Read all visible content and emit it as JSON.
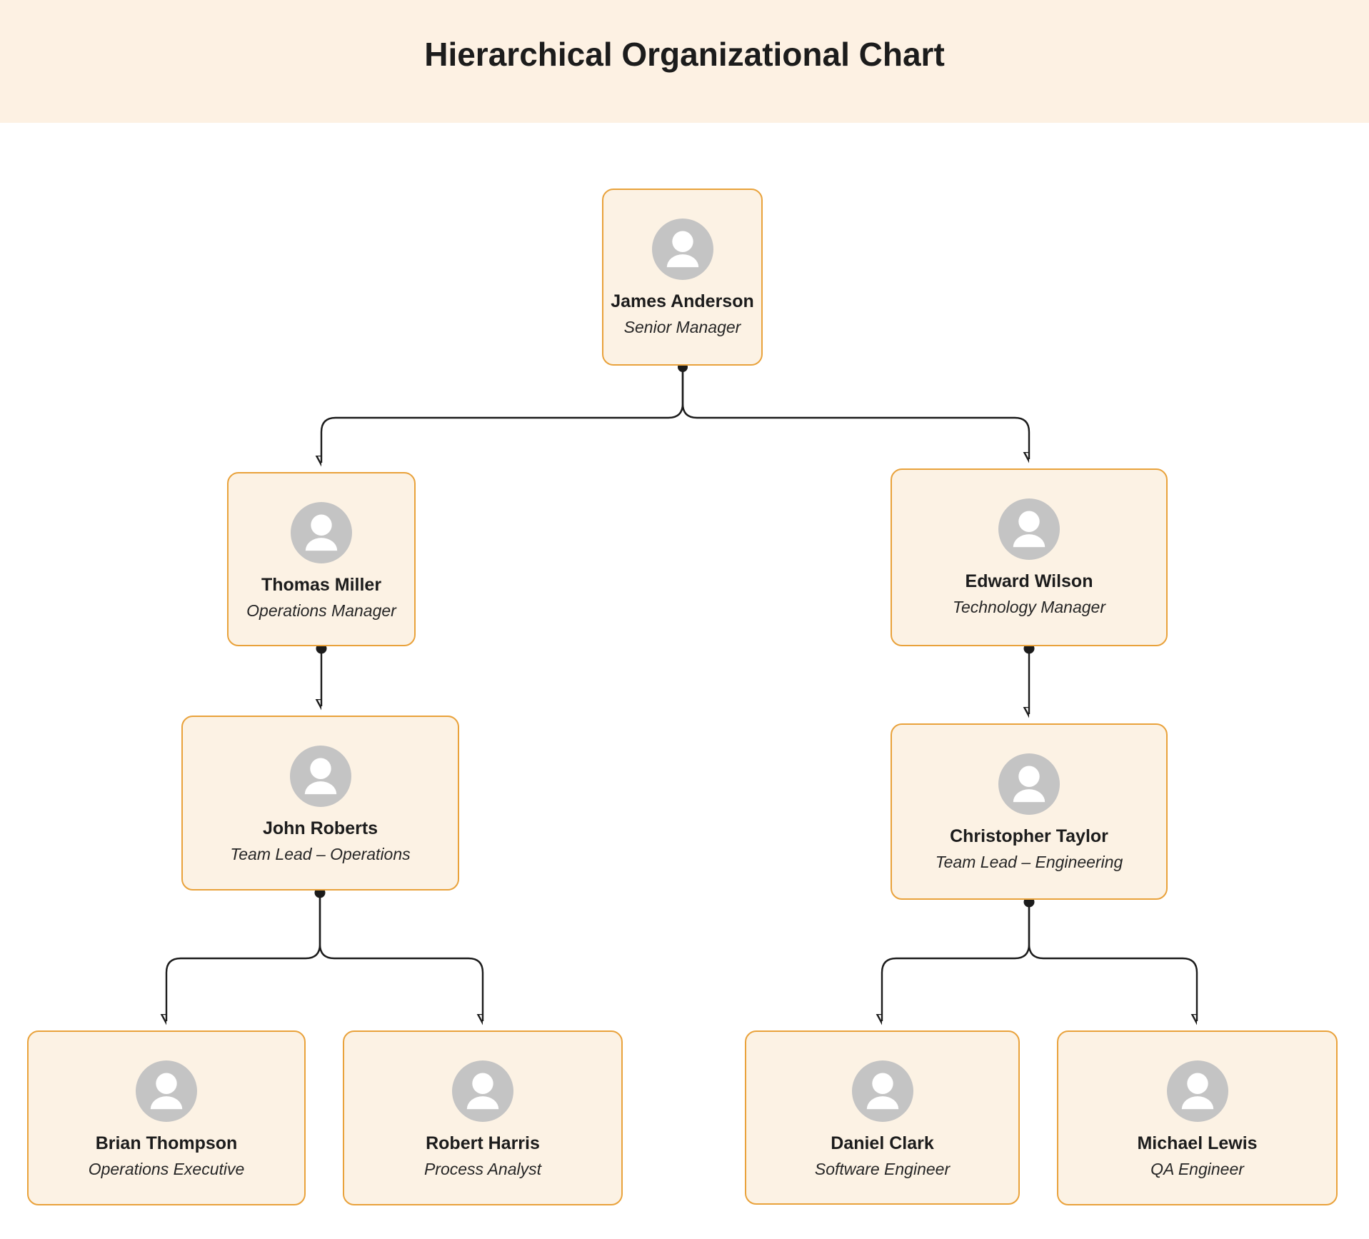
{
  "page": {
    "title": "Hierarchical Organizational Chart"
  },
  "colors": {
    "header_bg": "#FDF1E3",
    "node_fill": "#FCF2E4",
    "node_border": "#E9A23B",
    "connector": "#1B1B1B",
    "avatar_bg": "#C4C4C4",
    "avatar_glyph": "#FFFFFF",
    "title_text": "#1C1C1C",
    "name_text": "#1C1C1C",
    "role_text": "#262626",
    "page_bg": "#FFFFFF"
  },
  "icons": {
    "avatar": "person-icon"
  },
  "nodes": [
    {
      "id": "james-anderson",
      "name": "James Anderson",
      "role": "Senior Manager"
    },
    {
      "id": "thomas-miller",
      "name": "Thomas Miller",
      "role": "Operations Manager"
    },
    {
      "id": "edward-wilson",
      "name": "Edward Wilson",
      "role": "Technology Manager"
    },
    {
      "id": "john-roberts",
      "name": "John Roberts",
      "role": "Team Lead – Operations"
    },
    {
      "id": "christopher-taylor",
      "name": "Christopher Taylor",
      "role": "Team Lead – Engineering"
    },
    {
      "id": "brian-thompson",
      "name": "Brian Thompson",
      "role": "Operations Executive"
    },
    {
      "id": "robert-harris",
      "name": "Robert Harris",
      "role": "Process Analyst"
    },
    {
      "id": "daniel-clark",
      "name": "Daniel Clark",
      "role": "Software Engineer"
    },
    {
      "id": "michael-lewis",
      "name": "Michael Lewis",
      "role": "QA Engineer"
    }
  ],
  "edges": [
    {
      "from": "james-anderson",
      "to": "thomas-miller"
    },
    {
      "from": "james-anderson",
      "to": "edward-wilson"
    },
    {
      "from": "thomas-miller",
      "to": "john-roberts"
    },
    {
      "from": "edward-wilson",
      "to": "christopher-taylor"
    },
    {
      "from": "john-roberts",
      "to": "brian-thompson"
    },
    {
      "from": "john-roberts",
      "to": "robert-harris"
    },
    {
      "from": "christopher-taylor",
      "to": "daniel-clark"
    },
    {
      "from": "christopher-taylor",
      "to": "michael-lewis"
    }
  ]
}
